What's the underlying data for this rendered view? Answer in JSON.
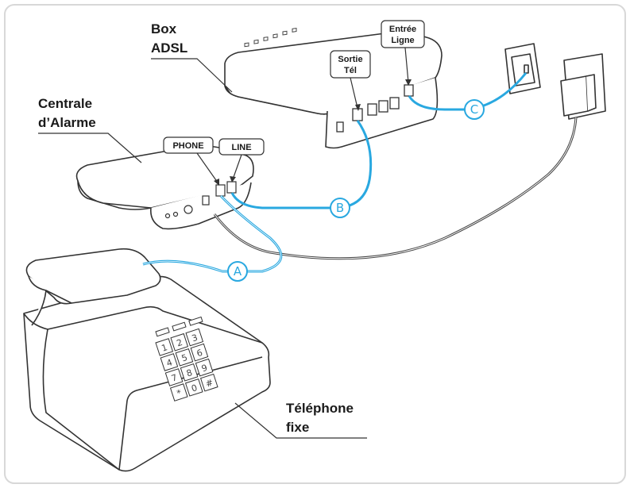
{
  "labels": {
    "box_line1": "Box",
    "box_line2": "ADSL",
    "centrale_line1": "Centrale",
    "centrale_line2": "d’Alarme",
    "telephone_line1": "Téléphone",
    "telephone_line2": "fixe"
  },
  "port_tags": {
    "sortie_line1": "Sortie",
    "sortie_line2": "Tél",
    "entree_line1": "Entrée",
    "entree_line2": "Ligne",
    "phone": "PHONE",
    "line": "LINE"
  },
  "cables": {
    "a": "A",
    "b": "B",
    "c": "C"
  },
  "keypad": [
    "1",
    "2",
    "3",
    "4",
    "5",
    "6",
    "7",
    "8",
    "9",
    "*",
    "0",
    "#"
  ],
  "colors": {
    "cable": "#29a8e0",
    "outline": "#333333",
    "frame": "#d8d8d8"
  }
}
